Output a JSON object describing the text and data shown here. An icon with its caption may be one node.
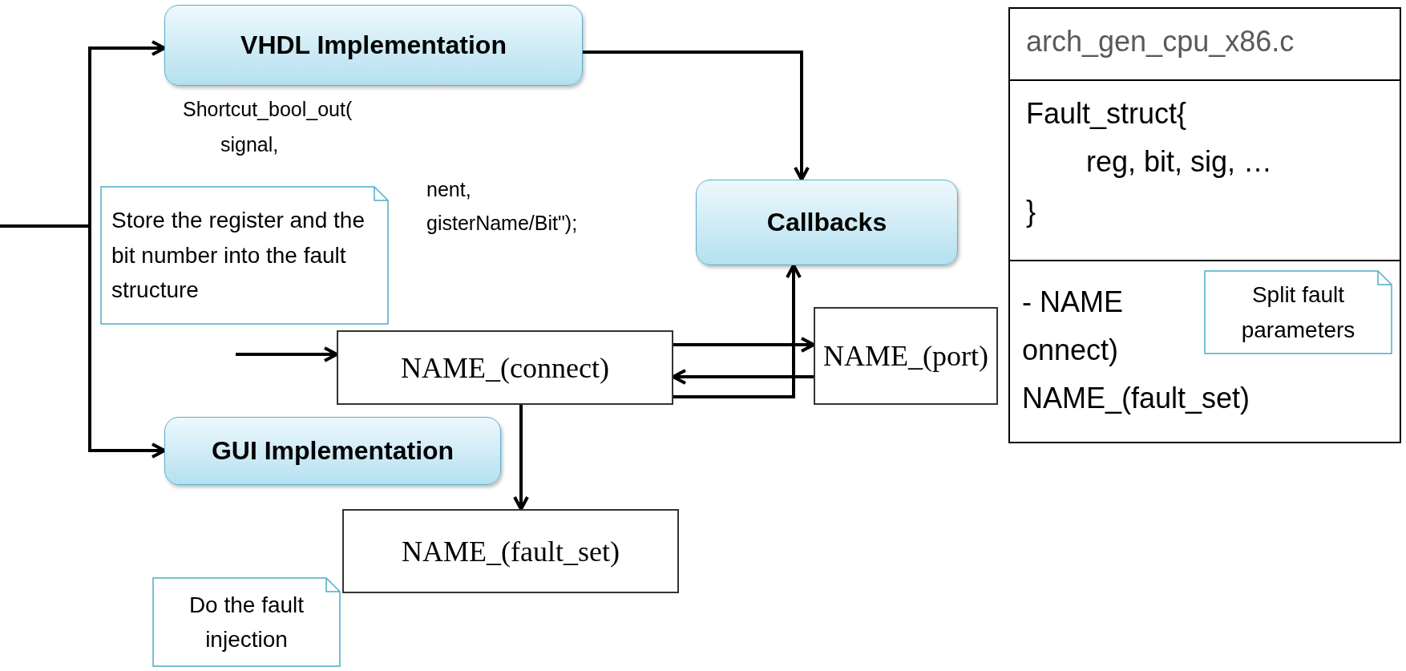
{
  "diagram": {
    "nodes": [
      {
        "text": [
          "VHDL Implementation"
        ]
      },
      {
        "text": [
          "GUI Implementation"
        ]
      },
      {
        "text": [
          "Callbacks"
        ]
      },
      {
        "text": [
          "NAME_(connect)"
        ]
      },
      {
        "text": [
          "NAME_(port)"
        ]
      },
      {
        "text": [
          "NAME_(fault_set)"
        ]
      },
      {
        "text": [
          "arch_gen_cpu_x86.c",
          "Fault_struct{",
          "reg, bit, sig, …",
          "}",
          "- NAME",
          "onnect)",
          "NAME_(fault_set)"
        ]
      },
      {
        "text": [
          "Split fault parameters"
        ],
        "in": 6
      },
      {
        "text": [
          "Store the register and the bit number into the fault structure"
        ]
      },
      {
        "text": [
          "Do the fault injection"
        ]
      }
    ],
    "edges": [
      {
        "from": null,
        "to": 0,
        "arrow": "to"
      },
      {
        "from": null,
        "to": 1,
        "arrow": "to"
      },
      {
        "from": 0,
        "to": 2,
        "arrow": "to"
      },
      {
        "from": null,
        "to": 3,
        "arrow": "to"
      },
      {
        "from": 3,
        "to": 4,
        "arrow": "to"
      },
      {
        "from": 4,
        "to": 3,
        "arrow": "to"
      },
      {
        "from": 3,
        "to": 2,
        "arrow": "to"
      },
      {
        "from": 3,
        "to": 5,
        "arrow": "to"
      }
    ],
    "labels": [
      "Shortcut_bool_out(",
      "signal,",
      "nent,",
      "gisterName/Bit\");"
    ]
  }
}
